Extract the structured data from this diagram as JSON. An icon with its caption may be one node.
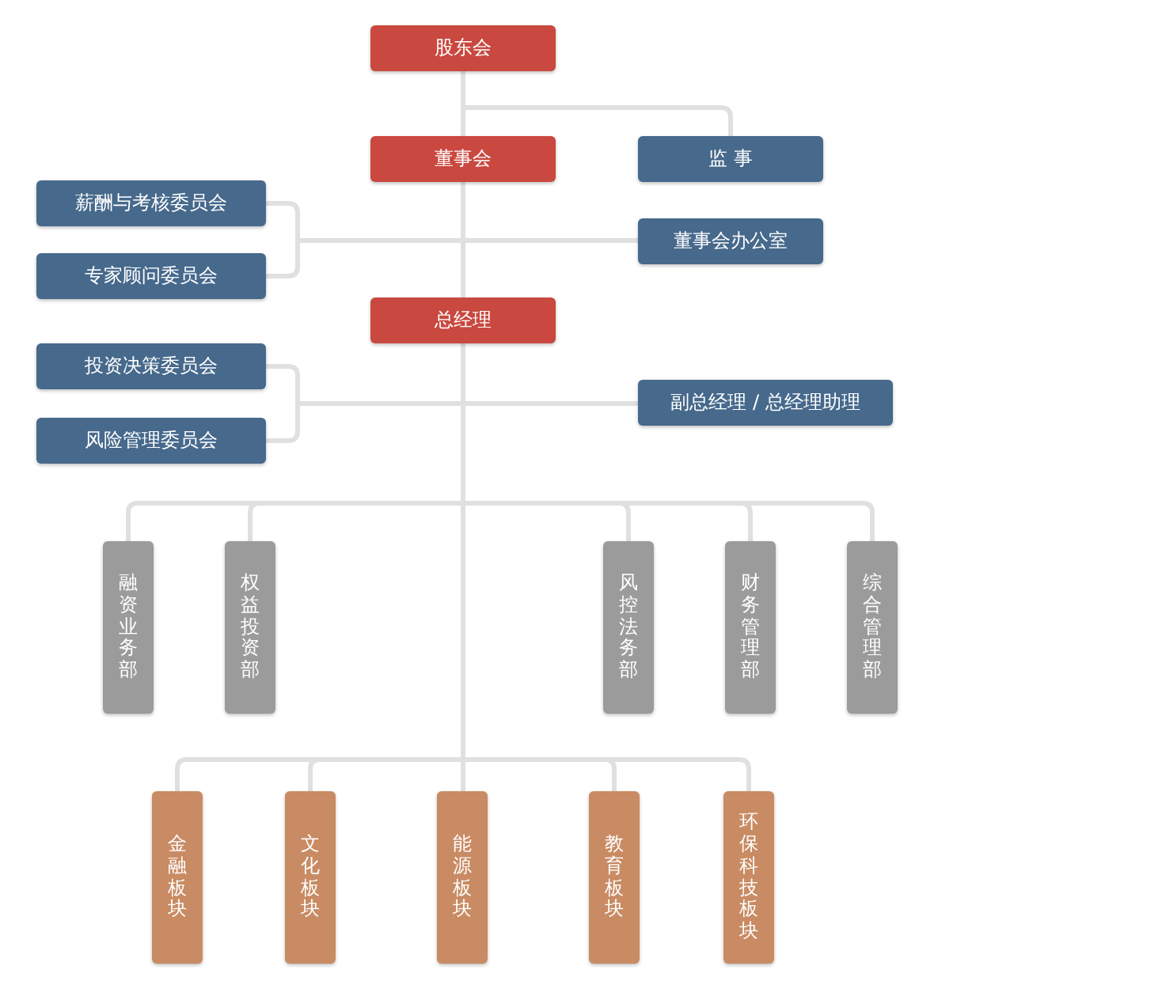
{
  "diagram": {
    "nodes": [
      {
        "text": [
          "股东会"
        ]
      },
      {
        "text": [
          "董事会"
        ]
      },
      {
        "text": [
          "监 事"
        ]
      },
      {
        "text": [
          "薪酬与考核委员会"
        ]
      },
      {
        "text": [
          "董事会办公室"
        ]
      },
      {
        "text": [
          "专家顾问委员会"
        ]
      },
      {
        "text": [
          "总经理"
        ]
      },
      {
        "text": [
          "投资决策委员会"
        ]
      },
      {
        "text": [
          "副总经理 / 总经理助理"
        ]
      },
      {
        "text": [
          "风险管理委员会"
        ]
      },
      {
        "text": [
          "融资业务部"
        ]
      },
      {
        "text": [
          "权益投资部"
        ]
      },
      {
        "text": [
          "风控法务部"
        ]
      },
      {
        "text": [
          "财务管理部"
        ]
      },
      {
        "text": [
          "综合管理部"
        ]
      },
      {
        "text": [
          "金融板块"
        ]
      },
      {
        "text": [
          "文化板块"
        ]
      },
      {
        "text": [
          "能源板块"
        ]
      },
      {
        "text": [
          "教育板块"
        ]
      },
      {
        "text": [
          "环保科技板块"
        ]
      }
    ],
    "edges": [
      {
        "from": 0,
        "to": 1,
        "arrow": "none"
      },
      {
        "from": 0,
        "to": 2,
        "arrow": "none"
      },
      {
        "from": 1,
        "to": 3,
        "arrow": "none"
      },
      {
        "from": 1,
        "to": 5,
        "arrow": "none"
      },
      {
        "from": 1,
        "to": 4,
        "arrow": "none"
      },
      {
        "from": 1,
        "to": 6,
        "arrow": "none"
      },
      {
        "from": 6,
        "to": 7,
        "arrow": "none"
      },
      {
        "from": 6,
        "to": 9,
        "arrow": "none"
      },
      {
        "from": 6,
        "to": 8,
        "arrow": "none"
      },
      {
        "from": 6,
        "to": 10,
        "arrow": "none"
      },
      {
        "from": 6,
        "to": 11,
        "arrow": "none"
      },
      {
        "from": 6,
        "to": 12,
        "arrow": "none"
      },
      {
        "from": 6,
        "to": 13,
        "arrow": "none"
      },
      {
        "from": 6,
        "to": 14,
        "arrow": "none"
      },
      {
        "from": 6,
        "to": 15,
        "arrow": "none"
      },
      {
        "from": 6,
        "to": 16,
        "arrow": "none"
      },
      {
        "from": 6,
        "to": 17,
        "arrow": "none"
      },
      {
        "from": 6,
        "to": 18,
        "arrow": "none"
      },
      {
        "from": 6,
        "to": 19,
        "arrow": "none"
      }
    ]
  }
}
